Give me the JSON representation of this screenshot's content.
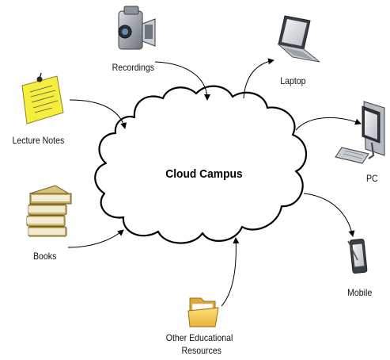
{
  "center": {
    "label": "Cloud Campus"
  },
  "sources": [
    {
      "id": "recordings",
      "label": "Recordings",
      "icon": "video-camera-icon"
    },
    {
      "id": "lecture-notes",
      "label": "Lecture Notes",
      "icon": "sticky-note-icon"
    },
    {
      "id": "books",
      "label": "Books",
      "icon": "book-stack-icon"
    },
    {
      "id": "other-resources",
      "label_lines": [
        "Other Educational",
        "Resources"
      ],
      "icon": "folder-icon"
    }
  ],
  "devices": [
    {
      "id": "laptop",
      "label": "Laptop",
      "icon": "laptop-icon"
    },
    {
      "id": "pc",
      "label": "PC",
      "icon": "desktop-pc-icon"
    },
    {
      "id": "mobile",
      "label": "Mobile",
      "icon": "mobile-phone-icon"
    }
  ],
  "colors": {
    "cloud_stroke": "#000000",
    "cloud_fill": "#ffffff",
    "note_yellow": "#f5ee3c",
    "folder_yellow": "#f3c84a",
    "book_tan": "#d8c27a",
    "device_gray": "#9aa0a6"
  }
}
